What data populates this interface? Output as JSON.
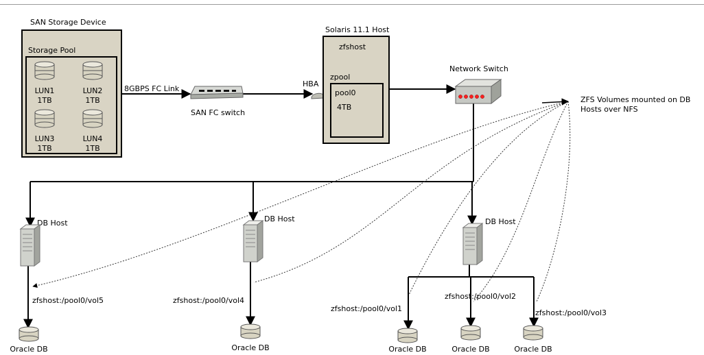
{
  "san": {
    "device_title": "SAN Storage Device",
    "pool_title": "Storage Pool",
    "luns": [
      {
        "name": "LUN1",
        "size": "1TB"
      },
      {
        "name": "LUN2",
        "size": "1TB"
      },
      {
        "name": "LUN3",
        "size": "1TB"
      },
      {
        "name": "LUN4",
        "size": "1TB"
      }
    ]
  },
  "fc_link_label": "8GBPS FC Link",
  "san_switch_label": "SAN FC switch",
  "hba_label": "HBA",
  "solaris": {
    "title": "Solaris 11.1 Host",
    "host": "zfshost",
    "zpool": "zpool",
    "pool": "pool0",
    "size": "4TB"
  },
  "network_switch_label": "Network Switch",
  "zfs_note_line1": "ZFS Volumes mounted on DB",
  "zfs_note_line2": "Hosts over NFS",
  "db_host_label": "DB Host",
  "volumes": [
    "zfshost:/pool0/vol5",
    "zfshost:/pool0/vol4",
    "zfshost:/pool0/vol1",
    "zfshost:/pool0/vol2",
    "zfshost:/pool0/vol3"
  ],
  "oracle_db_label": "Oracle DB",
  "colors": {
    "box_fill": "#d9d4c4",
    "disk_fill": "#d8d4c2",
    "switch_fill": "#c8ccc8",
    "led_red": "#ff2020"
  }
}
